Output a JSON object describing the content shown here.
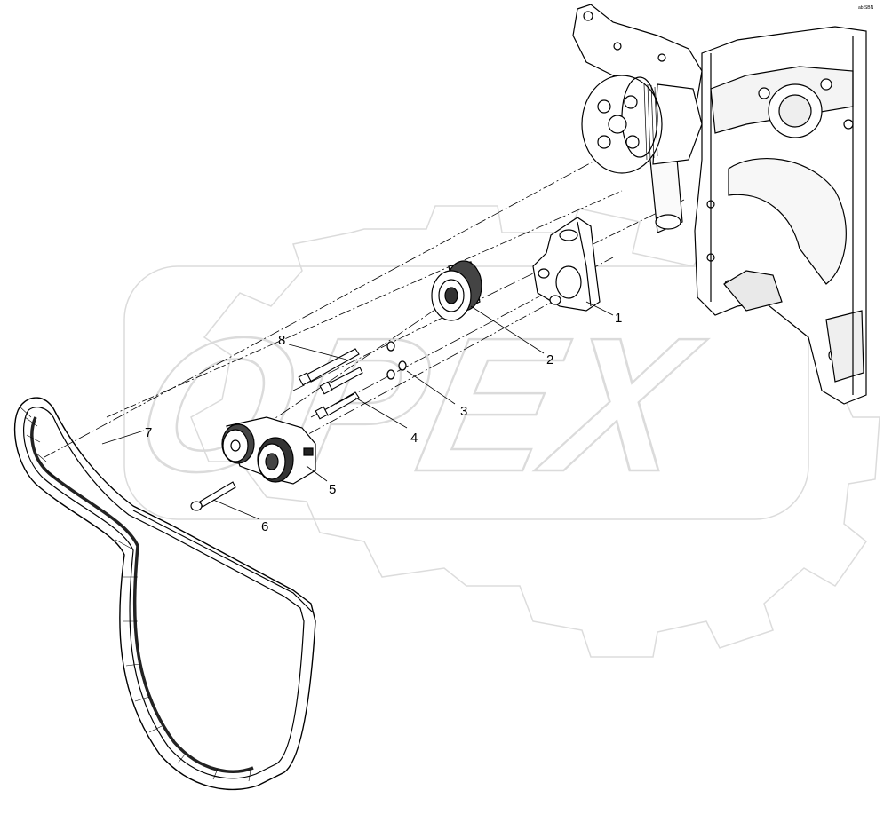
{
  "watermark": {
    "text": "OPEX"
  },
  "corner_mark": "ab SBN",
  "callouts": [
    {
      "id": "1",
      "label": "1"
    },
    {
      "id": "2",
      "label": "2"
    },
    {
      "id": "3",
      "label": "3"
    },
    {
      "id": "4",
      "label": "4"
    },
    {
      "id": "5",
      "label": "5"
    },
    {
      "id": "6",
      "label": "6"
    },
    {
      "id": "7",
      "label": "7"
    },
    {
      "id": "8",
      "label": "8"
    }
  ]
}
